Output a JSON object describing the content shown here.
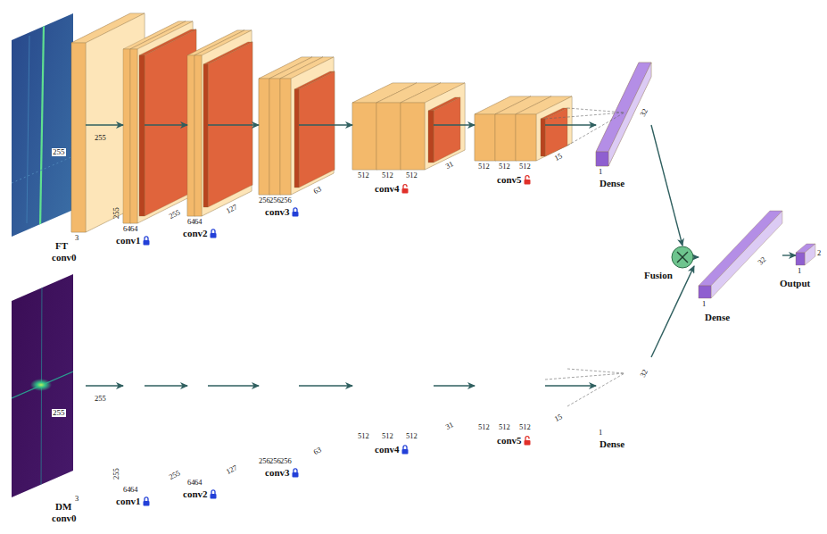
{
  "diagram": {
    "nodes": [
      {
        "text": [
          "255"
        ]
      },
      {
        "text": [
          "255",
          "3",
          "FT",
          "conv0"
        ]
      },
      {
        "text": [
          "64",
          "64",
          "255",
          "255",
          "conv1"
        ]
      },
      {
        "text": [
          "64",
          "64",
          "127",
          "conv2"
        ]
      },
      {
        "text": [
          "256",
          "256",
          "256",
          "63",
          "conv3"
        ]
      },
      {
        "text": [
          "512",
          "512",
          "512",
          "31",
          "conv4"
        ]
      },
      {
        "text": [
          "512",
          "512",
          "512",
          "15",
          "conv5"
        ]
      },
      {
        "text": [
          "1",
          "32",
          "Dense"
        ]
      },
      {
        "text": [
          "255"
        ]
      },
      {
        "text": [
          "255",
          "3",
          "DM",
          "conv0"
        ]
      },
      {
        "text": [
          "64",
          "64",
          "255",
          "255",
          "conv1"
        ]
      },
      {
        "text": [
          "64",
          "64",
          "127",
          "conv2"
        ]
      },
      {
        "text": [
          "256",
          "256",
          "256",
          "63",
          "conv3"
        ]
      },
      {
        "text": [
          "512",
          "512",
          "512",
          "31",
          "conv4"
        ]
      },
      {
        "text": [
          "512",
          "512",
          "512",
          "15",
          "conv5"
        ]
      },
      {
        "text": [
          "1",
          "32",
          "Dense"
        ]
      },
      {
        "text": [
          "Fusion"
        ]
      },
      {
        "text": [
          "1",
          "32",
          "Dense"
        ]
      },
      {
        "text": [
          "1",
          "2",
          "Output"
        ]
      }
    ],
    "edges": [
      {
        "from": 1,
        "to": 2,
        "arrow": "to"
      },
      {
        "from": 2,
        "to": 3,
        "arrow": "to"
      },
      {
        "from": 3,
        "to": 4,
        "arrow": "to"
      },
      {
        "from": 4,
        "to": 5,
        "arrow": "to"
      },
      {
        "from": 5,
        "to": 6,
        "arrow": "to"
      },
      {
        "from": 6,
        "to": 7,
        "arrow": "to"
      },
      {
        "from": 9,
        "to": 10,
        "arrow": "to"
      },
      {
        "from": 10,
        "to": 11,
        "arrow": "to"
      },
      {
        "from": 11,
        "to": 12,
        "arrow": "to"
      },
      {
        "from": 12,
        "to": 13,
        "arrow": "to"
      },
      {
        "from": 13,
        "to": 14,
        "arrow": "to"
      },
      {
        "from": 14,
        "to": 15,
        "arrow": "to"
      },
      {
        "from": 7,
        "to": 16,
        "arrow": "to"
      },
      {
        "from": 15,
        "to": 16,
        "arrow": "to"
      },
      {
        "from": 16,
        "to": 17,
        "arrow": "to"
      },
      {
        "from": 17,
        "to": 18,
        "arrow": "to"
      }
    ]
  }
}
